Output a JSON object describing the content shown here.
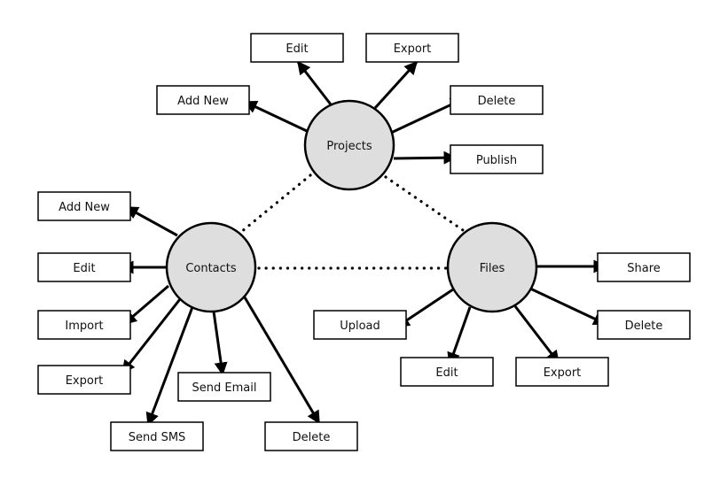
{
  "colors": {
    "hub_fill": "#dedede",
    "stroke": "#000000",
    "background": "#ffffff"
  },
  "hubs": {
    "projects": {
      "label": "Projects"
    },
    "contacts": {
      "label": "Contacts"
    },
    "files": {
      "label": "Files"
    }
  },
  "actions": {
    "projects": {
      "add_new": "Add New",
      "edit": "Edit",
      "export": "Export",
      "delete": "Delete",
      "publish": "Publish"
    },
    "contacts": {
      "add_new": "Add New",
      "edit": "Edit",
      "import": "Import",
      "export": "Export",
      "send_sms": "Send SMS",
      "send_email": "Send Email",
      "delete": "Delete"
    },
    "files": {
      "upload": "Upload",
      "edit": "Edit",
      "export": "Export",
      "share": "Share",
      "delete": "Delete"
    }
  }
}
